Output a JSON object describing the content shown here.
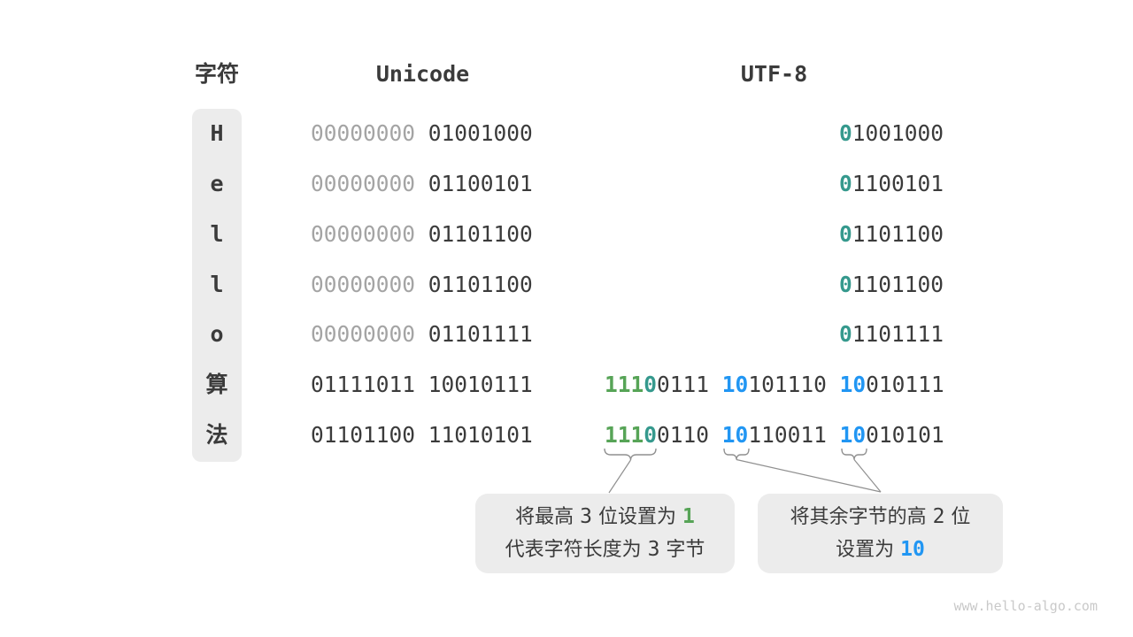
{
  "colors": {
    "dark": "#3b3b3b",
    "gray": "#a4a4a4",
    "green": "#57a457",
    "teal": "#35998d",
    "blue": "#2196f3",
    "panel": "#ececec",
    "line": "#8f8f8f",
    "watermark": "#c9c9c9"
  },
  "table": {
    "headers": {
      "char": "字符",
      "unicode": "Unicode",
      "utf8": "UTF-8"
    },
    "rows": [
      {
        "char": "H",
        "unicode": [
          {
            "t": "00000000 ",
            "c": "gray"
          },
          {
            "t": "01001000",
            "c": "dark"
          }
        ],
        "utf8": [
          {
            "t": "0",
            "c": "teal",
            "b": true
          },
          {
            "t": "1001000",
            "c": "dark"
          }
        ]
      },
      {
        "char": "e",
        "unicode": [
          {
            "t": "00000000 ",
            "c": "gray"
          },
          {
            "t": "01100101",
            "c": "dark"
          }
        ],
        "utf8": [
          {
            "t": "0",
            "c": "teal",
            "b": true
          },
          {
            "t": "1100101",
            "c": "dark"
          }
        ]
      },
      {
        "char": "l",
        "unicode": [
          {
            "t": "00000000 ",
            "c": "gray"
          },
          {
            "t": "01101100",
            "c": "dark"
          }
        ],
        "utf8": [
          {
            "t": "0",
            "c": "teal",
            "b": true
          },
          {
            "t": "1101100",
            "c": "dark"
          }
        ]
      },
      {
        "char": "l",
        "unicode": [
          {
            "t": "00000000 ",
            "c": "gray"
          },
          {
            "t": "01101100",
            "c": "dark"
          }
        ],
        "utf8": [
          {
            "t": "0",
            "c": "teal",
            "b": true
          },
          {
            "t": "1101100",
            "c": "dark"
          }
        ]
      },
      {
        "char": "o",
        "unicode": [
          {
            "t": "00000000 ",
            "c": "gray"
          },
          {
            "t": "01101111",
            "c": "dark"
          }
        ],
        "utf8": [
          {
            "t": "0",
            "c": "teal",
            "b": true
          },
          {
            "t": "1101111",
            "c": "dark"
          }
        ]
      },
      {
        "char": "算",
        "unicode": [
          {
            "t": "01111011 10010111",
            "c": "dark"
          }
        ],
        "utf8": [
          {
            "t": "111",
            "c": "green",
            "b": true
          },
          {
            "t": "0",
            "c": "teal",
            "b": true
          },
          {
            "t": "0111 ",
            "c": "dark"
          },
          {
            "t": "10",
            "c": "blue",
            "b": true
          },
          {
            "t": "101110 ",
            "c": "dark"
          },
          {
            "t": "10",
            "c": "blue",
            "b": true
          },
          {
            "t": "010111",
            "c": "dark"
          }
        ]
      },
      {
        "char": "法",
        "unicode": [
          {
            "t": "01101100 11010101",
            "c": "dark"
          }
        ],
        "utf8": [
          {
            "t": "111",
            "c": "green",
            "b": true
          },
          {
            "t": "0",
            "c": "teal",
            "b": true
          },
          {
            "t": "0110 ",
            "c": "dark"
          },
          {
            "t": "10",
            "c": "blue",
            "b": true
          },
          {
            "t": "110011 ",
            "c": "dark"
          },
          {
            "t": "10",
            "c": "blue",
            "b": true
          },
          {
            "t": "010101",
            "c": "dark"
          }
        ]
      }
    ]
  },
  "callouts": [
    {
      "lines": [
        [
          {
            "t": "将最高 "
          },
          {
            "t": "3",
            "mono": true
          },
          {
            "t": " 位设置为 "
          },
          {
            "t": "1",
            "c": "green",
            "b": true,
            "mono": true
          }
        ],
        [
          {
            "t": "代表字符长度为 "
          },
          {
            "t": "3",
            "mono": true
          },
          {
            "t": " 字节"
          }
        ]
      ]
    },
    {
      "lines": [
        [
          {
            "t": "将其余字节的高 "
          },
          {
            "t": "2",
            "mono": true
          },
          {
            "t": " 位"
          }
        ],
        [
          {
            "t": "设置为 "
          },
          {
            "t": "10",
            "c": "blue",
            "b": true,
            "mono": true
          }
        ]
      ]
    }
  ],
  "watermark": "www.hello-algo.com"
}
